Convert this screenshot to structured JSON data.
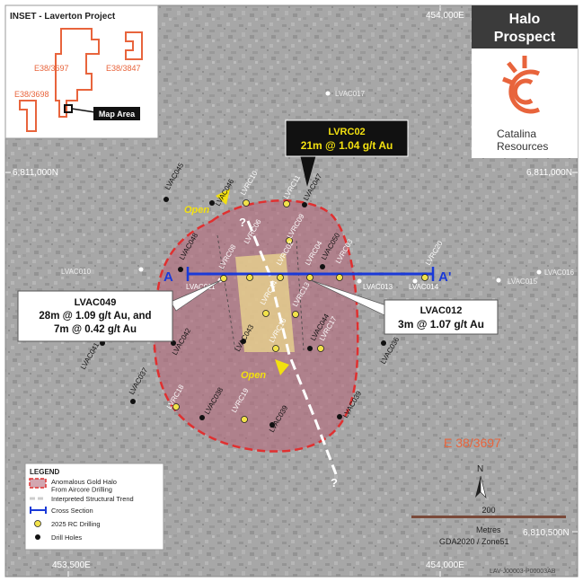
{
  "inset": {
    "title": "INSET - Laverton Project",
    "tenements": [
      "E38/3697",
      "E38/3847",
      "E38/3698"
    ],
    "map_area_label": "Map Area"
  },
  "header": {
    "prospect_title_line1": "Halo",
    "prospect_title_line2": "Prospect",
    "logo_line1": "Catalina",
    "logo_line2": "Resources",
    "logo_color": "#e8643c"
  },
  "grid": {
    "top_easting": "454,000E",
    "bottom_easting_left": "453,500E",
    "bottom_easting_right": "454,000E",
    "northing_top_left": "6,811,000N",
    "northing_top_right": "6,811,000N",
    "northing_bottom_right": "6,810,500N"
  },
  "callouts": {
    "lvrc02_title": "LVRC02",
    "lvrc02_result": "21m @ 1.04 g/t Au",
    "lvac049_title": "LVAC049",
    "lvac049_line1": "28m @ 1.09 g/t Au, and",
    "lvac049_line2": "7m @ 0.42 g/t Au",
    "lvac012_title": "LVAC012",
    "lvac012_line1": "3m @ 1.07 g/t Au"
  },
  "section": {
    "a_label": "A",
    "a_prime_label": "A'"
  },
  "open_labels": [
    "Open",
    "Open"
  ],
  "question_marks": [
    "?",
    "?"
  ],
  "tenement_label": "E 38/3697",
  "scale_bar": {
    "value": "200",
    "units": "Metres",
    "datum": "GDA2020 / Zone51"
  },
  "north_label": "N",
  "drawing_number": "LAV-J00003-P00003AB",
  "legend": {
    "title": "LEGEND",
    "items": [
      "Anomalous Gold Halo\nFrom Aircore Drilling",
      "Interpreted Structural Trend",
      "Cross Section",
      "2025 RC Drilling",
      "Drill Holes"
    ]
  },
  "colors": {
    "halo": "#e03030",
    "section": "#1a3ad8",
    "rc_hole": "#f2e24a",
    "accent": "#e8643c"
  },
  "holes_grey": [
    "LVAC017",
    "LVAC010",
    "LVAC011",
    "LVAC013",
    "LVAC014",
    "LVAC015",
    "LVAC016"
  ],
  "holes_black": [
    "LVAC045",
    "LVAC046",
    "LVAC047",
    "LVAC050",
    "LVAC048",
    "LVAC041",
    "LVAC042",
    "LVAC043",
    "LVAC044",
    "LVAC036",
    "LVAC037",
    "LVAC038",
    "LVAC039"
  ],
  "holes_white": [
    "LVRC10",
    "LVRC11",
    "LVRC09",
    "LVRC08",
    "LVRC07",
    "LVRC06",
    "LVRC05",
    "LVRC04",
    "LVRC03",
    "LVRC02",
    "LVRC01",
    "LVRC12",
    "LVRC13",
    "LVRC14",
    "LVRC15",
    "LVRC16",
    "LVRC17",
    "LVRC18",
    "LVRC19",
    "LVRC20"
  ]
}
